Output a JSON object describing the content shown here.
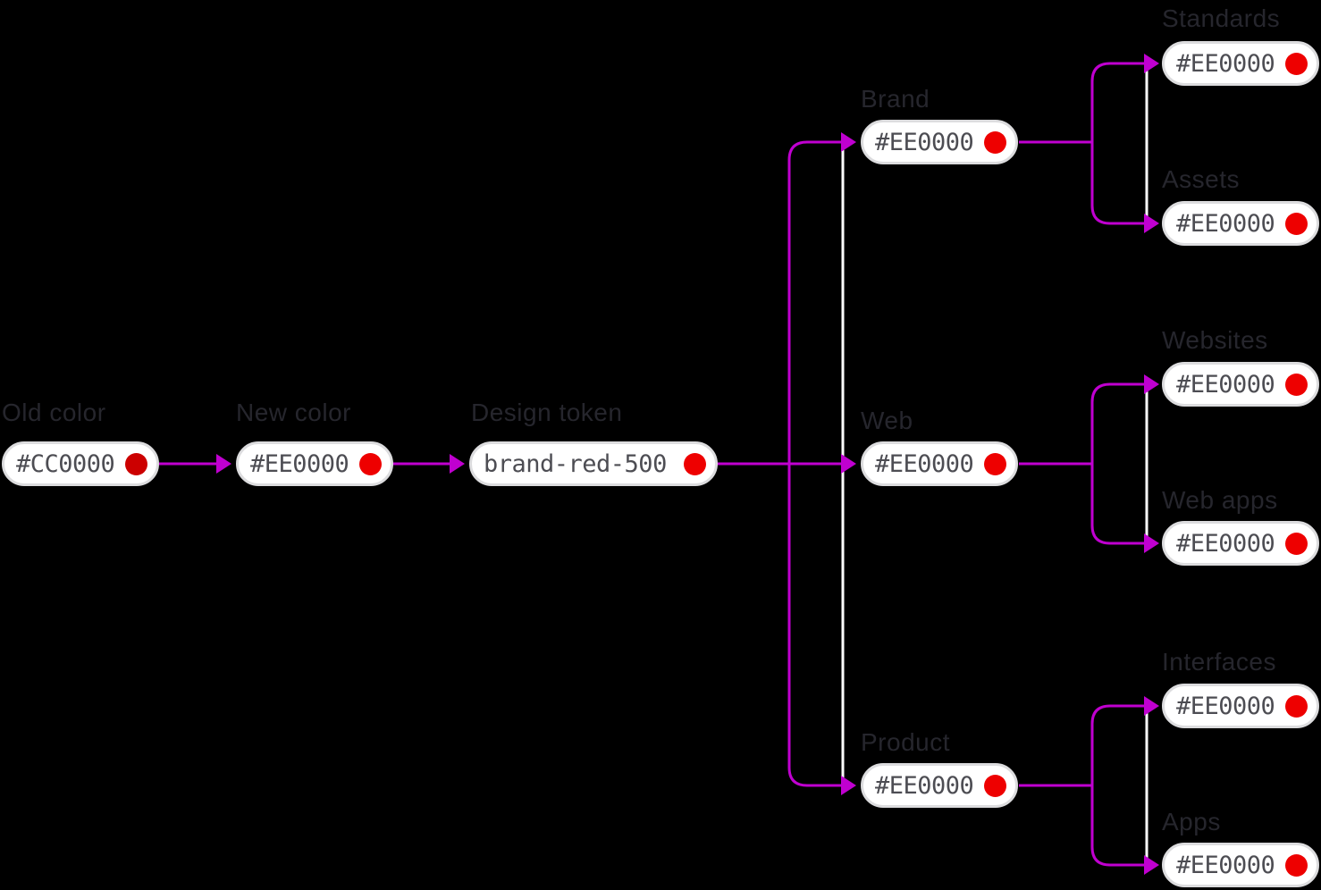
{
  "diagram": {
    "description": "Design token color mapping flow",
    "nodes": {
      "old_color": {
        "label": "Old color",
        "value": "#CC0000",
        "dot_color": "#CC0000"
      },
      "new_color": {
        "label": "New color",
        "value": "#EE0000",
        "dot_color": "#EE0000"
      },
      "design_token": {
        "label": "Design token",
        "value": "brand-red-500",
        "dot_color": "#EE0000"
      },
      "brand": {
        "label": "Brand",
        "value": "#EE0000",
        "dot_color": "#EE0000"
      },
      "web": {
        "label": "Web",
        "value": "#EE0000",
        "dot_color": "#EE0000"
      },
      "product": {
        "label": "Product",
        "value": "#EE0000",
        "dot_color": "#EE0000"
      },
      "standards": {
        "label": "Standards",
        "value": "#EE0000",
        "dot_color": "#EE0000"
      },
      "assets": {
        "label": "Assets",
        "value": "#EE0000",
        "dot_color": "#EE0000"
      },
      "websites": {
        "label": "Websites",
        "value": "#EE0000",
        "dot_color": "#EE0000"
      },
      "web_apps": {
        "label": "Web apps",
        "value": "#EE0000",
        "dot_color": "#EE0000"
      },
      "interfaces": {
        "label": "Interfaces",
        "value": "#EE0000",
        "dot_color": "#EE0000"
      },
      "apps": {
        "label": "Apps",
        "value": "#EE0000",
        "dot_color": "#EE0000"
      }
    },
    "colors": {
      "background": "#000000",
      "connector": "#C000D0",
      "spine": "#FFFFFF",
      "pill_background": "#FFFFFF",
      "pill_border": "#DCDCDE",
      "pill_text": "#4D4D53",
      "label_text": "#26262D",
      "old_red": "#CC0000",
      "new_red": "#EE0000"
    }
  }
}
